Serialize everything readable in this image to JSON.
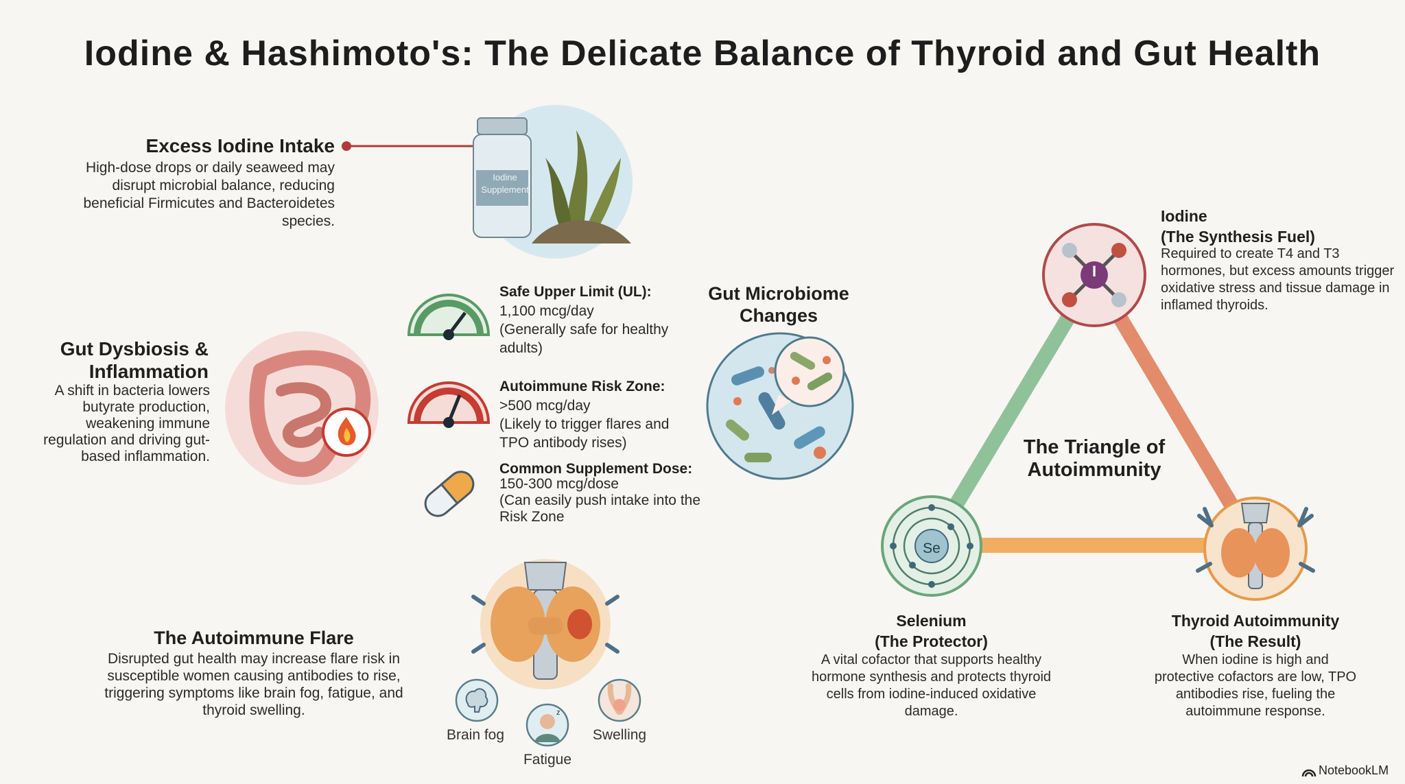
{
  "title": "Iodine & Hashimoto's: The Delicate Balance of Thyroid and Gut Health",
  "excess": {
    "heading": "Excess Iodine Intake",
    "body": "High-dose drops or daily seaweed may disrupt microbial balance, reducing beneficial Firmicutes and Bacteroidetes species.",
    "bottle_label_1": "Iodine",
    "bottle_label_2": "Supplement"
  },
  "dysbiosis": {
    "heading_1": "Gut Dysbiosis &",
    "heading_2": "Inflammation",
    "body": "A shift in bacteria lowers butyrate production, weakening immune regulation and driving gut-based inflammation."
  },
  "doses": [
    {
      "label": "Safe Upper Limit (UL):",
      "value": "1,100 mcg/day",
      "note": "(Generally safe for healthy adults)"
    },
    {
      "label": "Autoimmune Risk Zone:",
      "value": ">500 mcg/day",
      "note": "(Likely to trigger flares and TPO antibody rises)"
    },
    {
      "label": "Common Supplement Dose:",
      "value": "150-300 mcg/dose",
      "note": "(Can easily push intake into the Risk Zone"
    }
  ],
  "microbiome": {
    "heading_1": "Gut Microbiome",
    "heading_2": "Changes"
  },
  "flare": {
    "heading": "The Autoimmune Flare",
    "body": "Disrupted gut health may increase flare risk in susceptible women causing antibodies to rise, triggering symptoms like brain fog, fatigue, and thyroid swelling."
  },
  "symptoms": [
    "Brain fog",
    "Fatigue",
    "Swelling"
  ],
  "triangle": {
    "center_1": "The Triangle of",
    "center_2": "Autoimmunity",
    "iodine": {
      "heading_1": "Iodine",
      "heading_2": "(The Synthesis Fuel)",
      "body": "Required to create T4 and T3 hormones, but excess amounts trigger oxidative stress and tissue damage in inflamed thyroids.",
      "symbol": "I"
    },
    "selenium": {
      "heading_1": "Selenium",
      "heading_2": "(The Protector)",
      "body": "A vital cofactor that supports healthy hormone synthesis and protects thyroid cells from iodine-induced oxidative damage.",
      "symbol": "Se"
    },
    "thyroid": {
      "heading_1": "Thyroid Autoimmunity",
      "heading_2": "(The Result)",
      "body": "When iodine is high and protective cofactors are low, TPO antibodies rise, fueling the autoimmune response."
    }
  },
  "brand": "NotebookLM",
  "colors": {
    "connector": "#b23a3a",
    "gauge_safe": "#5a9a64",
    "gauge_risk": "#c43c32",
    "edge_iodine_selenium": "#7fb98b",
    "edge_iodine_thyroid": "#e07a55",
    "edge_selenium_thyroid": "#f0a24a"
  }
}
